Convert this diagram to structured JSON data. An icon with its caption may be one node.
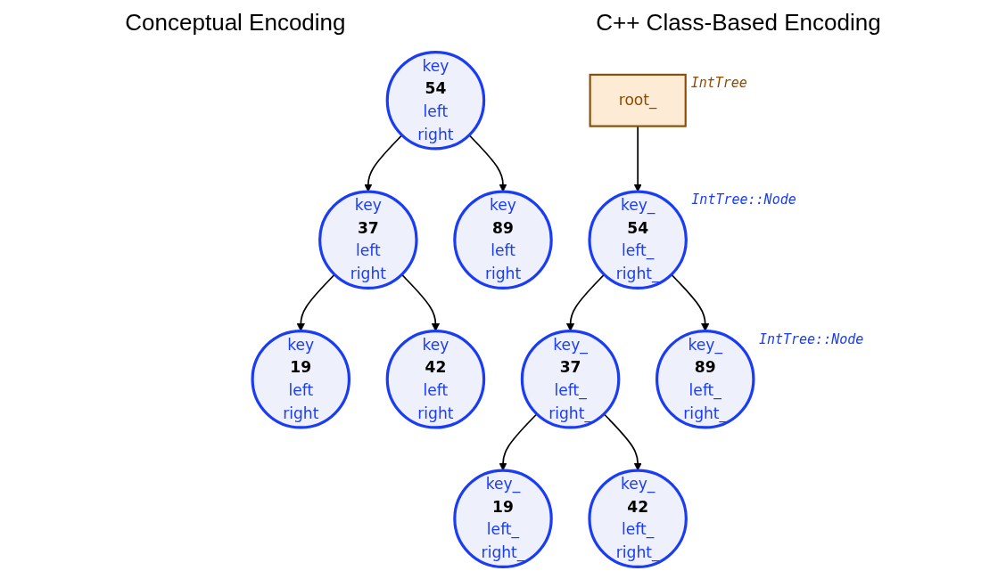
{
  "diagram": {
    "nodes": [
      {
        "text": [
          "key",
          "54",
          "left",
          "right"
        ]
      },
      {
        "text": [
          "key",
          "37",
          "left",
          "right"
        ]
      },
      {
        "text": [
          "key",
          "89",
          "left",
          "right"
        ]
      },
      {
        "text": [
          "key",
          "19",
          "left",
          "right"
        ]
      },
      {
        "text": [
          "key",
          "42",
          "left",
          "right"
        ]
      },
      {
        "text": [
          "root_"
        ],
        "beside": [
          "IntTree"
        ]
      },
      {
        "text": [
          "key_",
          "54",
          "left_",
          "right_"
        ],
        "beside": [
          "IntTree::Node"
        ]
      },
      {
        "text": [
          "key_",
          "37",
          "left_",
          "right_"
        ]
      },
      {
        "text": [
          "key_",
          "89",
          "left_",
          "right_"
        ],
        "beside": [
          "IntTree::Node"
        ]
      },
      {
        "text": [
          "key_",
          "19",
          "left_",
          "right_"
        ]
      },
      {
        "text": [
          "key_",
          "42",
          "left_",
          "right_"
        ]
      }
    ],
    "edges": [
      {
        "from": 0,
        "to": 1,
        "arrow": "to"
      },
      {
        "from": 0,
        "to": 2,
        "arrow": "to"
      },
      {
        "from": 1,
        "to": 3,
        "arrow": "to"
      },
      {
        "from": 1,
        "to": 4,
        "arrow": "to"
      },
      {
        "from": 5,
        "to": 6,
        "arrow": "to"
      },
      {
        "from": 6,
        "to": 7,
        "arrow": "to"
      },
      {
        "from": 6,
        "to": 8,
        "arrow": "to"
      },
      {
        "from": 7,
        "to": 9,
        "arrow": "to"
      },
      {
        "from": 7,
        "to": 10,
        "arrow": "to"
      }
    ],
    "labels": [
      "Conceptual Encoding",
      "C++ Class-Based Encoding"
    ]
  }
}
